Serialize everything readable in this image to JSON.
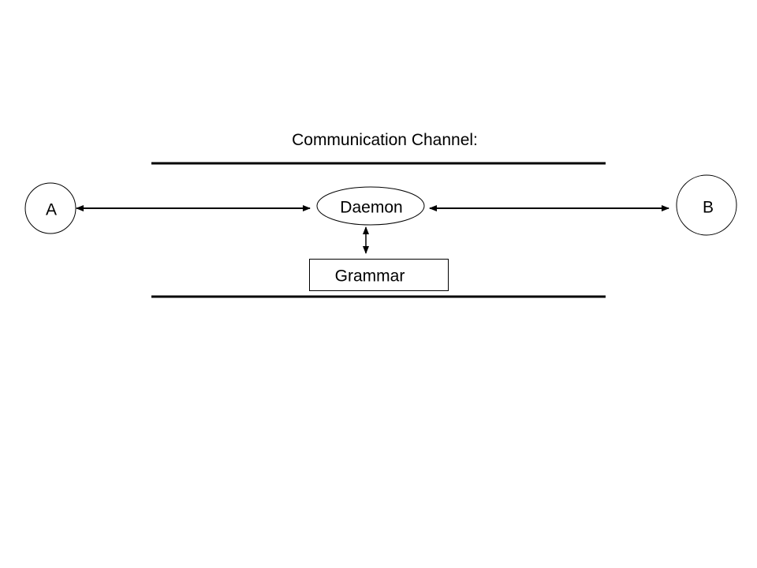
{
  "diagram": {
    "title": "Communication Channel:",
    "nodes": {
      "a": {
        "label": "A"
      },
      "b": {
        "label": "B"
      },
      "daemon": {
        "label": "Daemon"
      },
      "grammar": {
        "label": "Grammar"
      }
    },
    "edges": [
      {
        "from": "A",
        "to": "Daemon",
        "direction": "bidirectional"
      },
      {
        "from": "Daemon",
        "to": "B",
        "direction": "bidirectional"
      },
      {
        "from": "Daemon",
        "to": "Grammar",
        "direction": "bidirectional"
      }
    ],
    "colors": {
      "stroke": "#000000",
      "background": "#ffffff"
    }
  }
}
